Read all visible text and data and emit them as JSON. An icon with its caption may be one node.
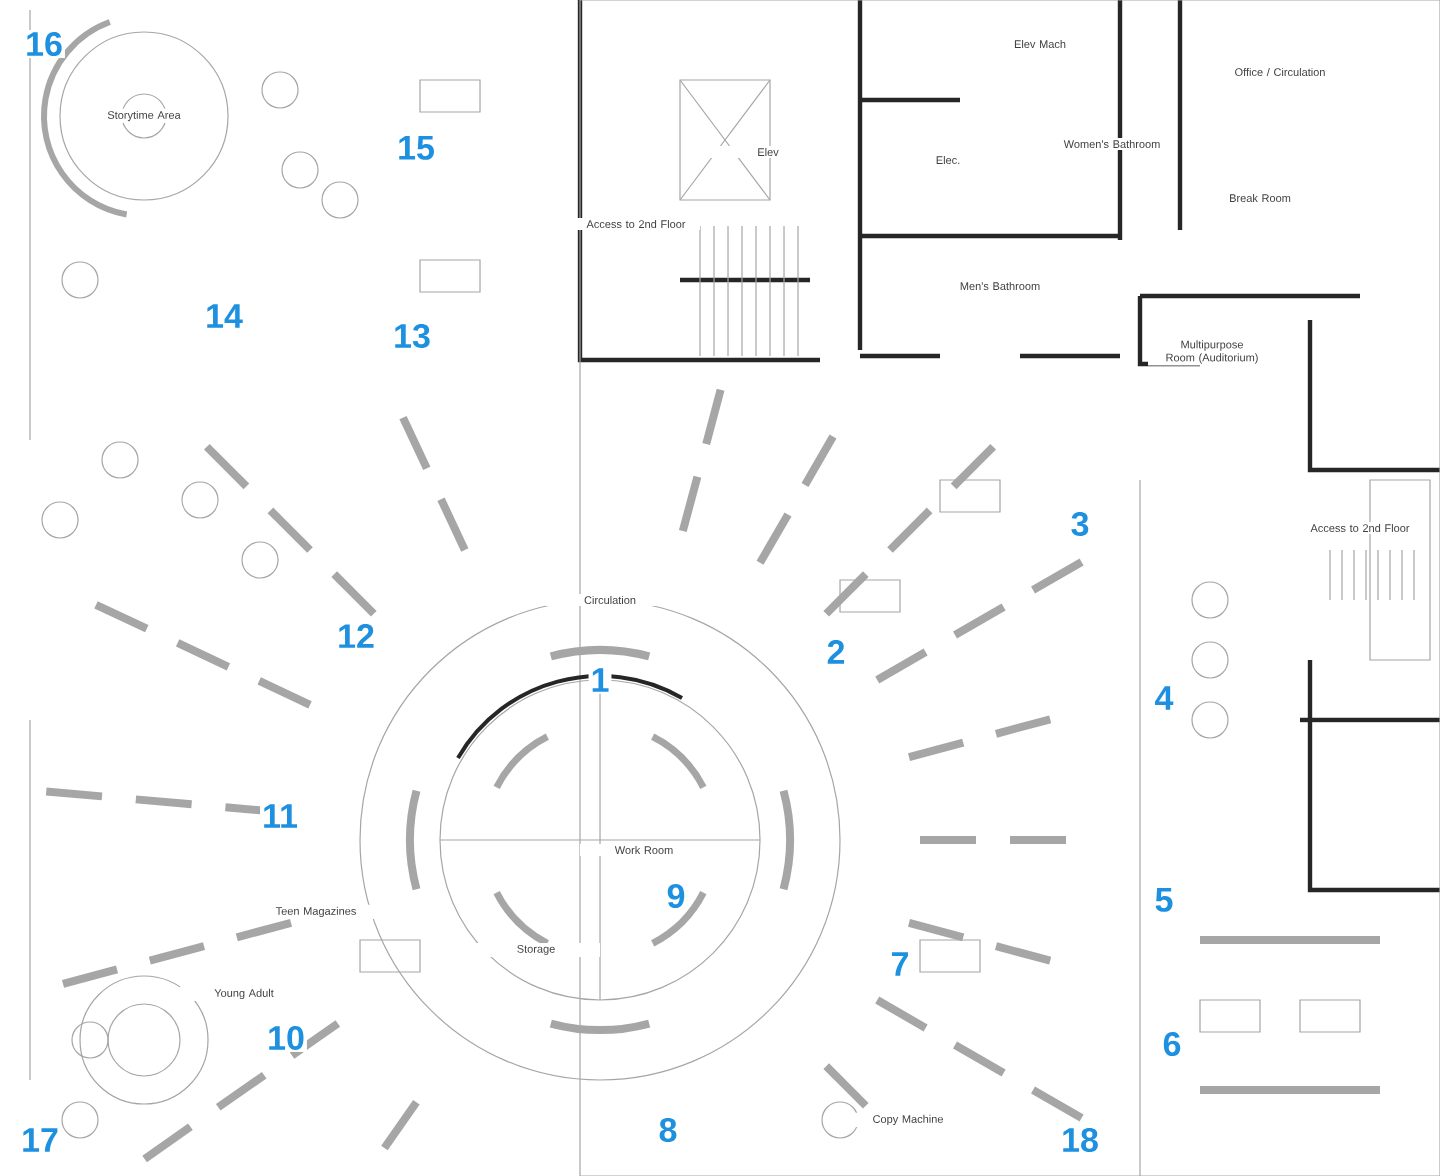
{
  "diagram": {
    "labels": [
      "16",
      "Storytime Area",
      "Elev Mach",
      "Office / Circulation",
      "15",
      "Elev",
      "Elec.",
      "Women's Bathroom",
      "Break Room",
      "Access to 2nd Floor",
      "14",
      "13",
      "Men's Bathroom",
      "Multipurpose Room (Auditorium)",
      "3",
      "Access to 2nd Floor",
      "Circulation",
      "12",
      "2",
      "1",
      "4",
      "11",
      "Work Room",
      "9",
      "Storage",
      "5",
      "Teen Magazines",
      "Young Adult",
      "7",
      "10",
      "6",
      "Copy Machine",
      "8",
      "17",
      "18"
    ]
  }
}
